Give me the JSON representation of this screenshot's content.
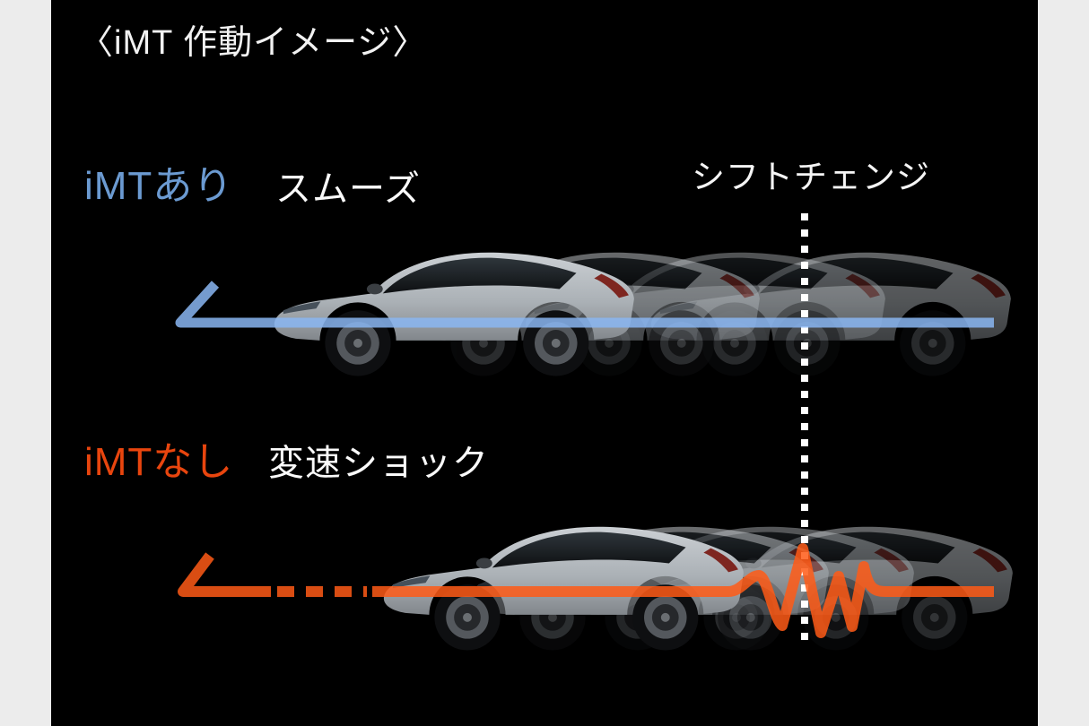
{
  "title": "〈iMT 作動イメージ〉",
  "shift_change_label": "シフトチェンジ",
  "rows": {
    "with_imt": {
      "label": "iMTあり",
      "description": "スムーズ"
    },
    "without_imt": {
      "label": "iMTなし",
      "description": "変速ショック"
    }
  },
  "colors": {
    "page_background": "#ececec",
    "canvas": "#000000",
    "with_imt_label": "#6b9ad1",
    "without_imt_label": "#e8450e",
    "smooth_line_blue": "#6f9bd2",
    "shock_line_orange": "#d94e11",
    "shift_dotted_line": "#ffffff",
    "text": "#f5f5f5"
  },
  "icons": {
    "car": "car-side-silhouette-icon",
    "smooth_arrow": "left-harpoon-arrow-smooth",
    "shock_arrow": "left-harpoon-arrow-with-shock-zigzag",
    "shift_marker": "vertical-dotted-line"
  }
}
